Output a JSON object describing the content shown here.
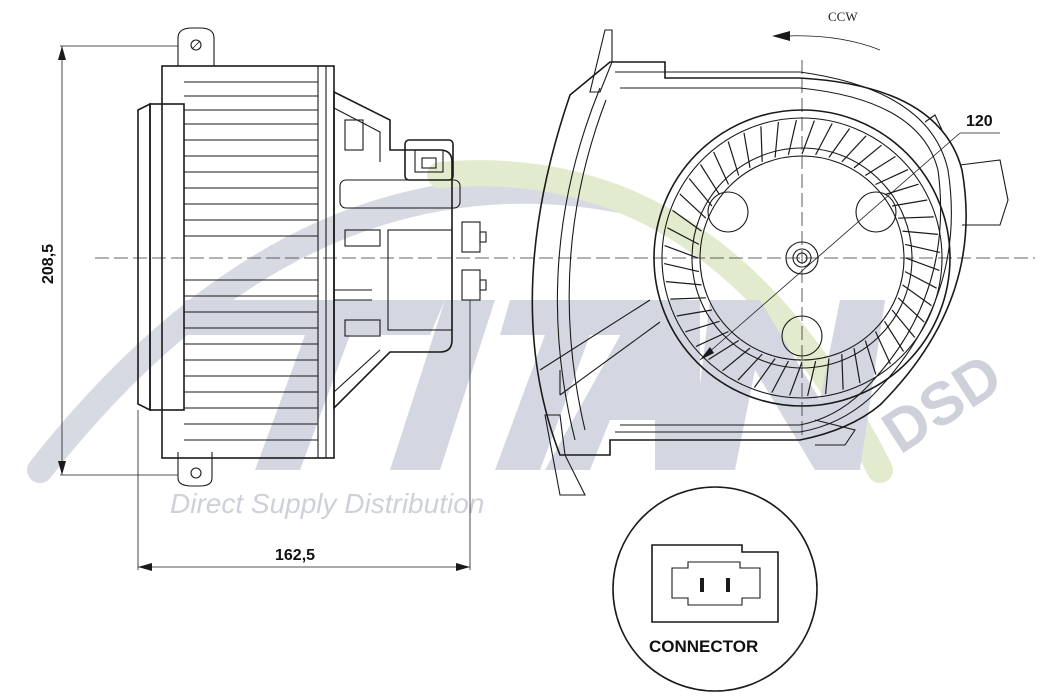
{
  "dimensions": {
    "height": "208,5",
    "width": "162,5",
    "diameter": "120"
  },
  "rotation": "CCW",
  "connector_label": "CONNECTOR",
  "watermark": {
    "brand": "TITANX",
    "tagline": "Direct Supply Distribution",
    "dsd": "DSD"
  }
}
